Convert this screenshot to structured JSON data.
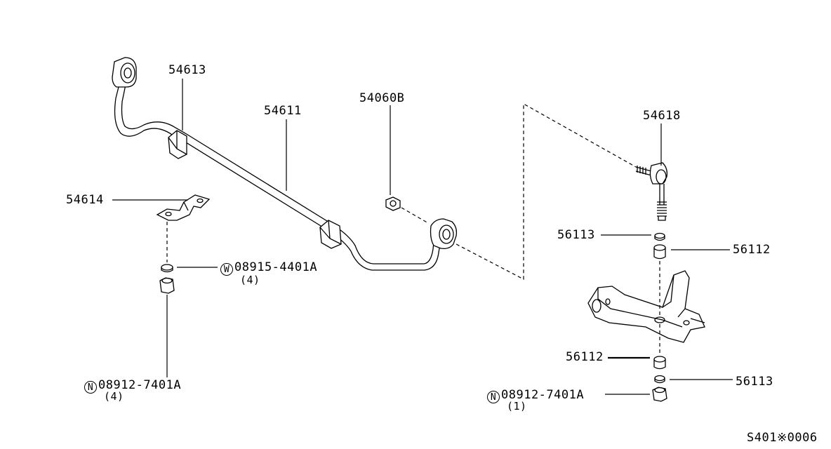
{
  "labels": {
    "p54613": "54613",
    "p54611": "54611",
    "p54060b": "54060B",
    "p54618": "54618",
    "p54614": "54614",
    "p56113_top": "56113",
    "p56112_top": "56112",
    "p56112_bottom": "56112",
    "p56113_bottom": "56113",
    "washer_left": {
      "symbol": "W",
      "code": "08915-4401A",
      "qty": "(4)"
    },
    "nut_left": {
      "symbol": "N",
      "code": "08912-7401A",
      "qty": "(4)"
    },
    "nut_right": {
      "symbol": "N",
      "code": "08912-7401A",
      "qty": "(1)"
    },
    "figure_code": "S401※0006"
  }
}
